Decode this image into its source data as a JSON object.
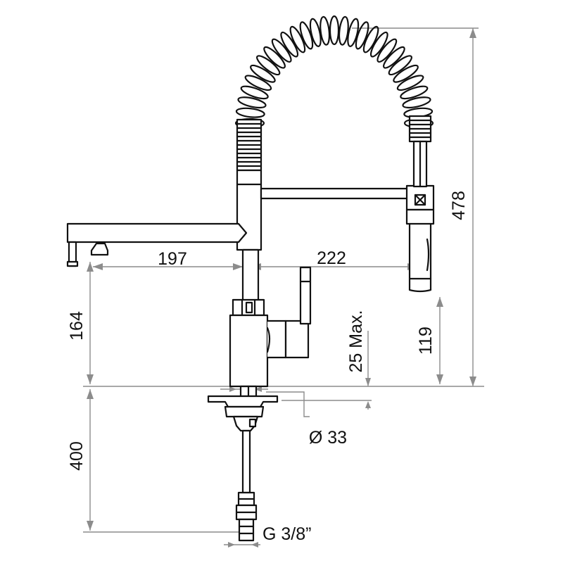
{
  "dimensions": {
    "total_height": "478",
    "spout_reach": "197",
    "spray_reach": "222",
    "spout_height": "164",
    "spray_height": "119",
    "counter_thickness": "25 Max.",
    "hole_diameter": "Ø 33",
    "hose_length": "400",
    "connection": "G 3/8”"
  }
}
